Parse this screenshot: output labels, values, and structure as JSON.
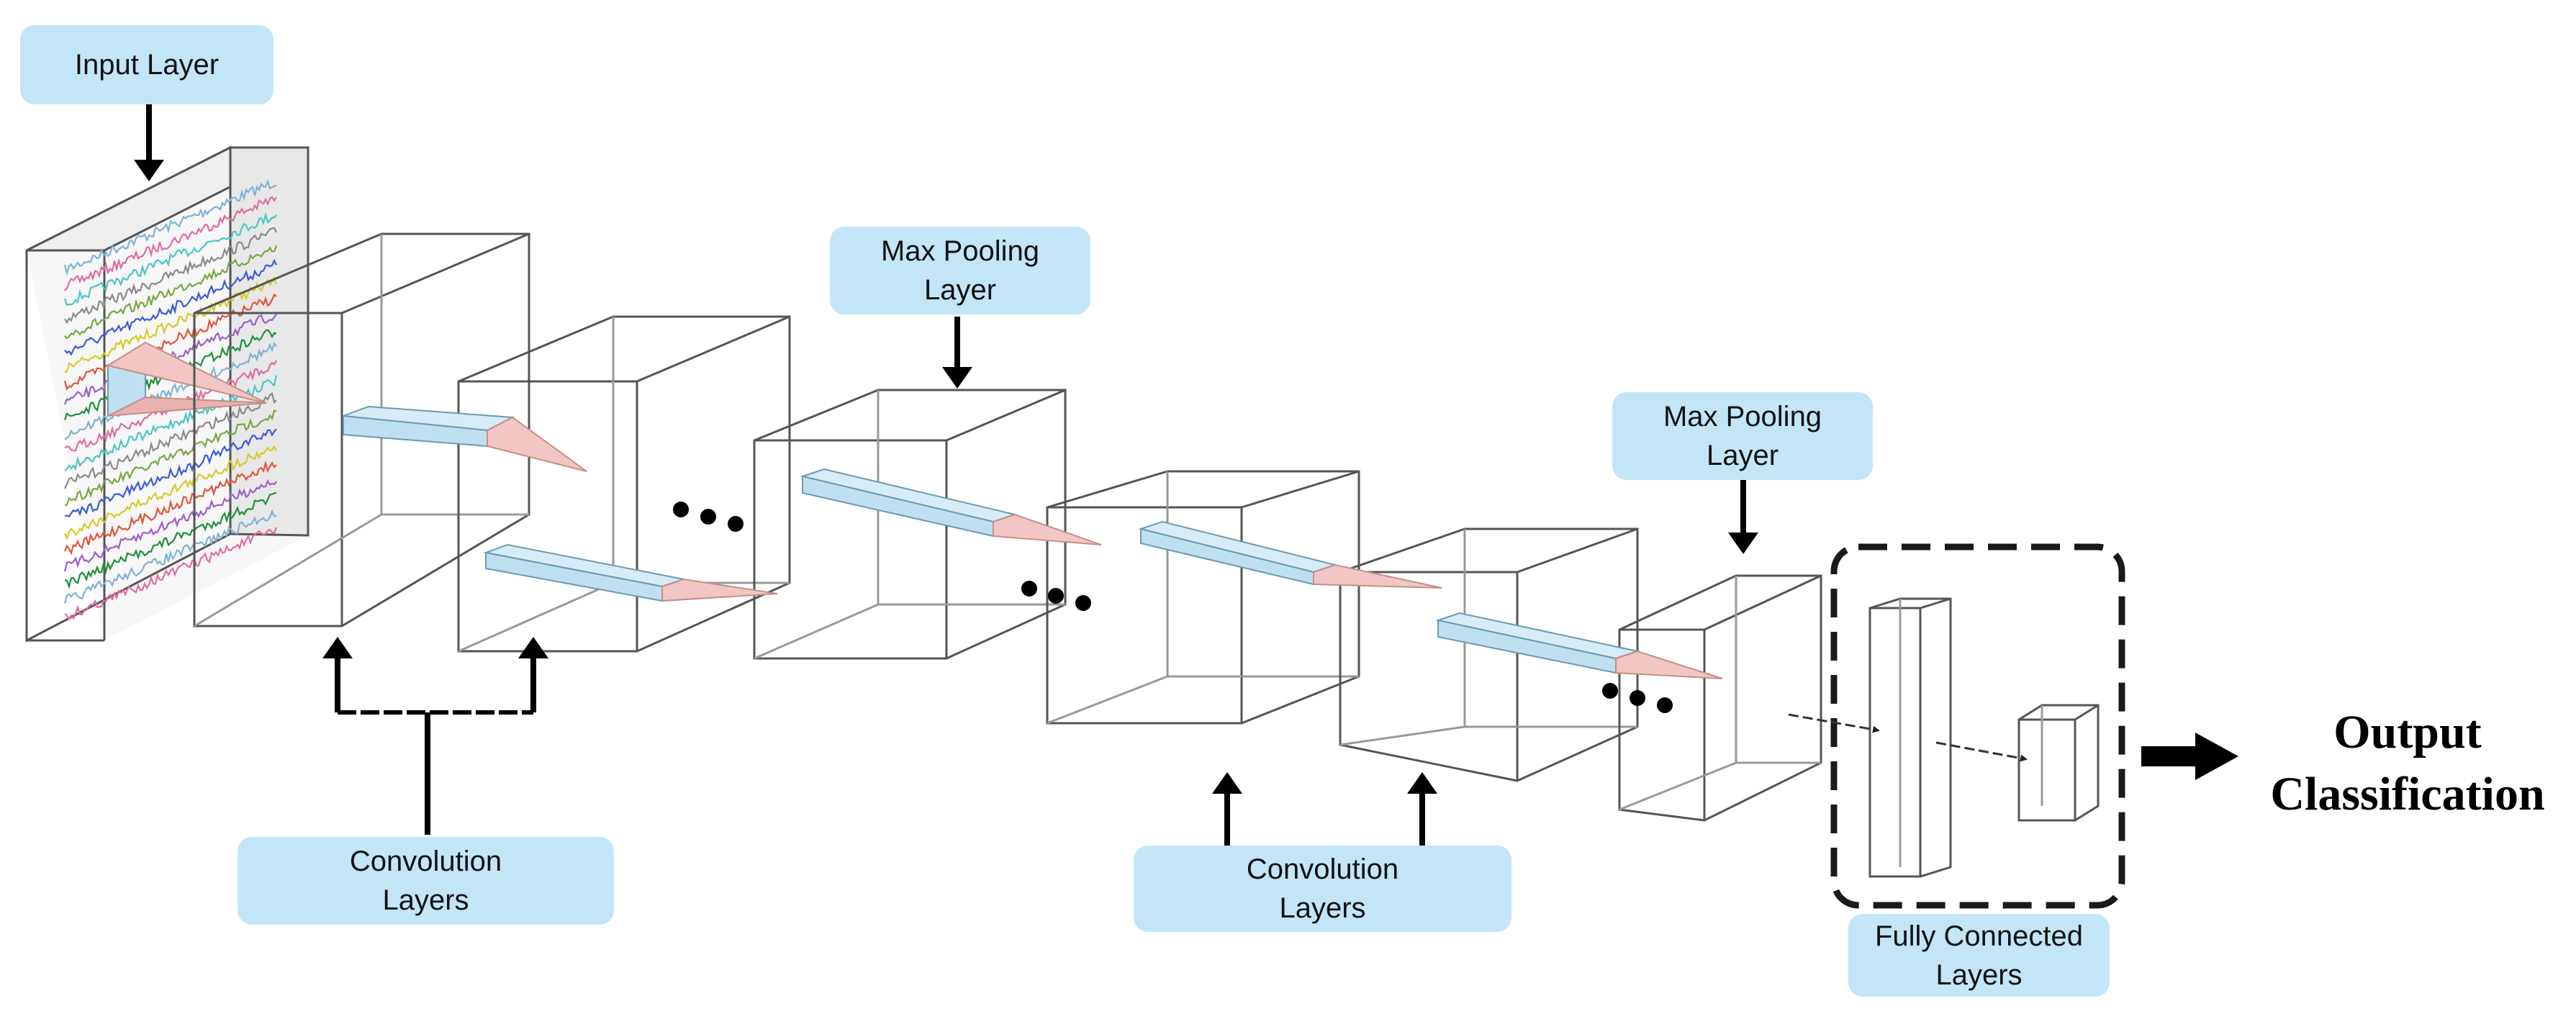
{
  "labels": {
    "input_layer": "Input Layer",
    "max_pooling_1": [
      "Max Pooling",
      "Layer"
    ],
    "max_pooling_2": [
      "Max Pooling",
      "Layer"
    ],
    "convolution_1": [
      "Convolution",
      "Layers"
    ],
    "convolution_2": [
      "Convolution",
      "Layers"
    ],
    "fully_connected": [
      "Fully Connected",
      "Layers"
    ],
    "output": [
      "Output",
      "Classification"
    ]
  },
  "colors": {
    "label_fill": "#c2e6f7",
    "kernel_blue": "#bfe0f0",
    "kernel_pink": "#f2c6c2",
    "signal_traces": [
      "#7fb3d5",
      "#e36aa1",
      "#4bc6c6",
      "#8a8a8a",
      "#77a844",
      "#3b5bd6",
      "#d4cc2a",
      "#e0553c",
      "#9a5fc9",
      "#1f8f3a"
    ]
  }
}
